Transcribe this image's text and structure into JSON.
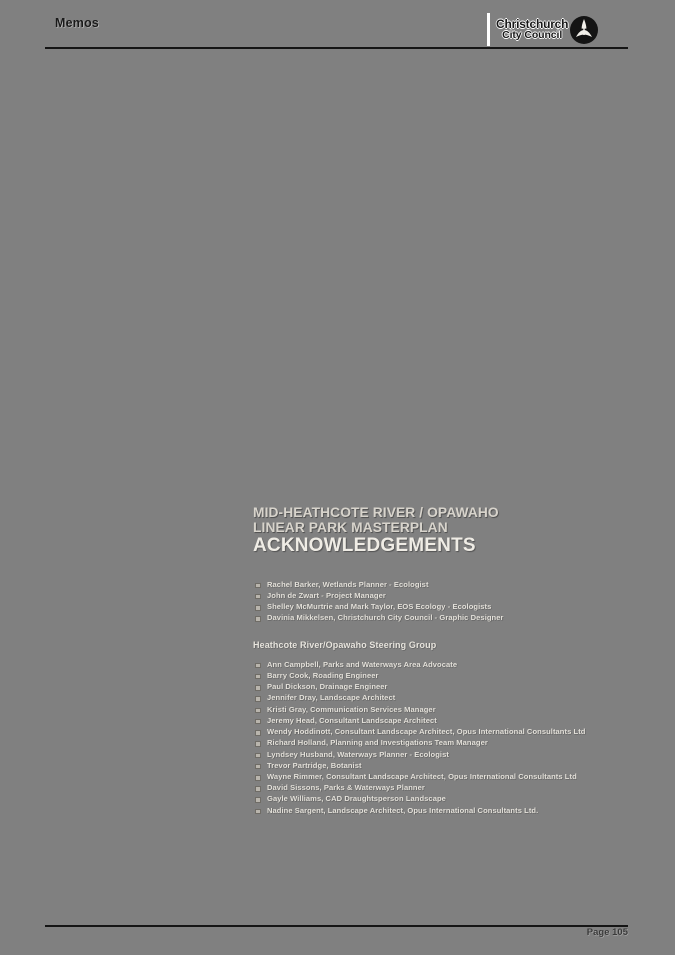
{
  "header": {
    "title": "Memos",
    "logo": {
      "line1": "Christchurch",
      "line2": "City Council",
      "emblem_name": "christchurch-city-council-crest"
    }
  },
  "document": {
    "title_line1": "MID-HEATHCOTE RIVER / OPAWAHO",
    "title_line2": "LINEAR PARK MASTERPLAN",
    "subtitle": "ACKNOWLEDGEMENTS"
  },
  "acknowledgements": [
    "Rachel Barker, Wetlands Planner - Ecologist",
    "John de Zwart - Project Manager",
    "Shelley McMurtrie and Mark Taylor, EOS Ecology - Ecologists",
    "Davinia Mikkelsen, Christchurch City Council - Graphic Designer"
  ],
  "steering_group": {
    "heading": "Heathcote River/Opawaho Steering Group",
    "members": [
      "Ann Campbell, Parks and Waterways Area Advocate",
      "Barry Cook, Roading Engineer",
      "Paul Dickson, Drainage Engineer",
      "Jennifer Dray, Landscape Architect",
      "Kristi Gray, Communication Services Manager",
      "Jeremy Head, Consultant Landscape Architect",
      "Wendy Hoddinott, Consultant Landscape Architect, Opus International Consultants Ltd",
      "Richard Holland, Planning and Investigations Team Manager",
      "Lyndsey Husband, Waterways Planner - Ecologist",
      "Trevor Partridge, Botanist",
      "Wayne Rimmer, Consultant Landscape Architect, Opus International Consultants Ltd",
      "David Sissons, Parks & Waterways Planner",
      "Gayle Williams, CAD Draughtsperson Landscape",
      "Nadine Sargent, Landscape Architect, Opus International Consultants Ltd."
    ]
  },
  "footer": {
    "page_label": "Page 105"
  },
  "colors": {
    "background": "#808080",
    "rule": "#151515",
    "heading_text": "#e8e5de",
    "body_text": "#e4e1da"
  }
}
